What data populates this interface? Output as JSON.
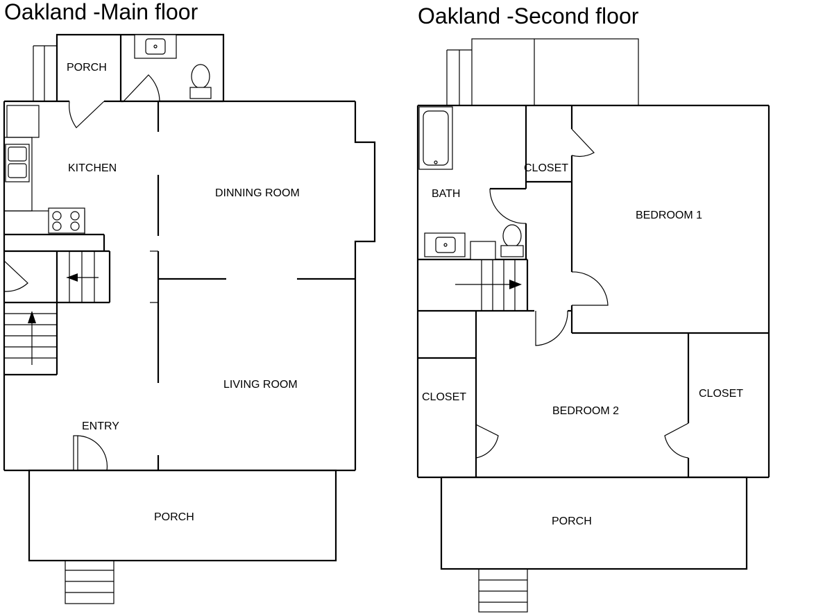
{
  "titles": {
    "main_floor": "Oakland -Main floor",
    "second_floor": "Oakland -Second floor"
  },
  "main_floor": {
    "porch_back": "PORCH",
    "kitchen": "KITCHEN",
    "dining_room": "DINNING ROOM",
    "living_room": "LIVING ROOM",
    "entry": "ENTRY",
    "porch_front": "PORCH"
  },
  "second_floor": {
    "bath": "BATH",
    "closet_hall": "CLOSET",
    "bedroom_1": "BEDROOM 1",
    "closet_left": "CLOSET",
    "bedroom_2": "BEDROOM 2",
    "closet_right": "CLOSET",
    "porch": "PORCH"
  }
}
